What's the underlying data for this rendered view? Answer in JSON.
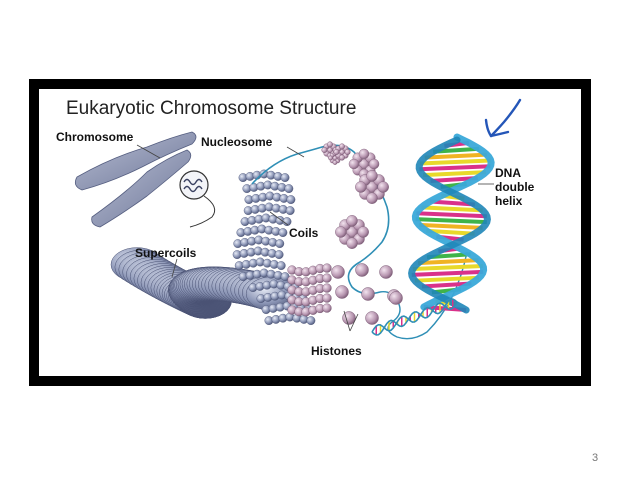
{
  "slide": {
    "title": "Eukaryotic Chromosome Structure",
    "page_number": "3"
  },
  "labels": {
    "chromosome": "Chromosome",
    "nucleosome": "Nucleosome",
    "coils": "Coils",
    "supercoils": "Supercoils",
    "histones": "Histones",
    "dna_line1": "DNA",
    "dna_line2": "double",
    "dna_line3": "helix"
  },
  "colors": {
    "frame": "#000000",
    "chromatin": "#8a94b4",
    "histone": "#c8a7bf",
    "helix_backbone": "#3aa9d9",
    "annotation": "#2456b8"
  }
}
